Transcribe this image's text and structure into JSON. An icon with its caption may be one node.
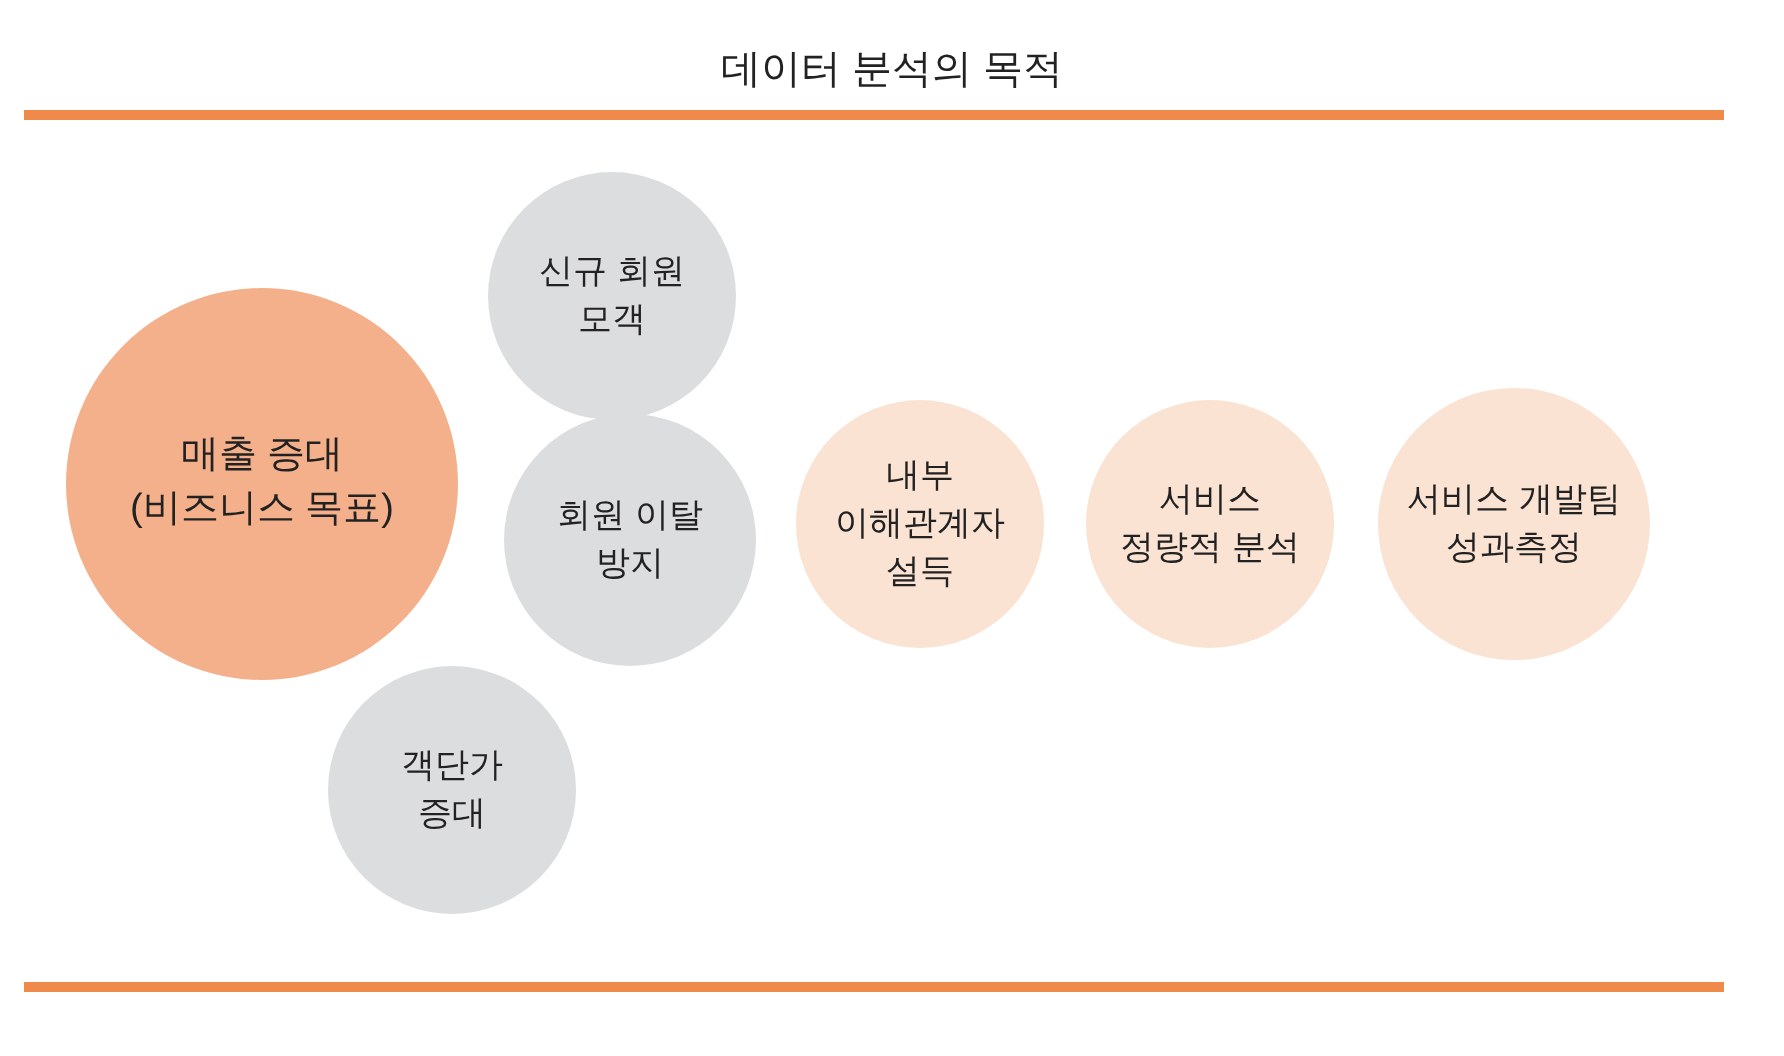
{
  "diagram": {
    "title": "데이터 분석의 목적",
    "nodes": [
      {
        "text": [
          "매출 증대 (비즈니스 목표)"
        ]
      },
      {
        "text": [
          "신규 회원 모객"
        ]
      },
      {
        "text": [
          "회원 이탈 방지"
        ]
      },
      {
        "text": [
          "객단가 증대"
        ]
      },
      {
        "text": [
          "내부 이해관계자 설득"
        ]
      },
      {
        "text": [
          "서비스 정량적 분석"
        ]
      },
      {
        "text": [
          "서비스 개발팀 성과측정"
        ]
      }
    ]
  }
}
